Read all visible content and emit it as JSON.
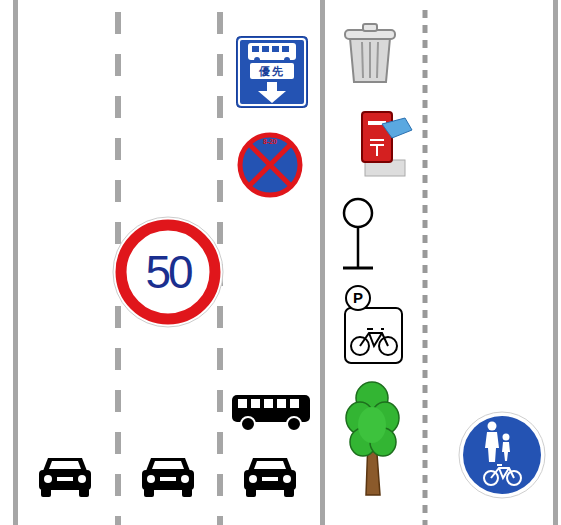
{
  "diagram": {
    "nodes": [
      {
        "text": [
          "優先"
        ]
      },
      {
        "text": [
          "8-20"
        ]
      },
      {
        "text": [
          "50"
        ]
      },
      {
        "text": [
          "P"
        ]
      }
    ]
  }
}
